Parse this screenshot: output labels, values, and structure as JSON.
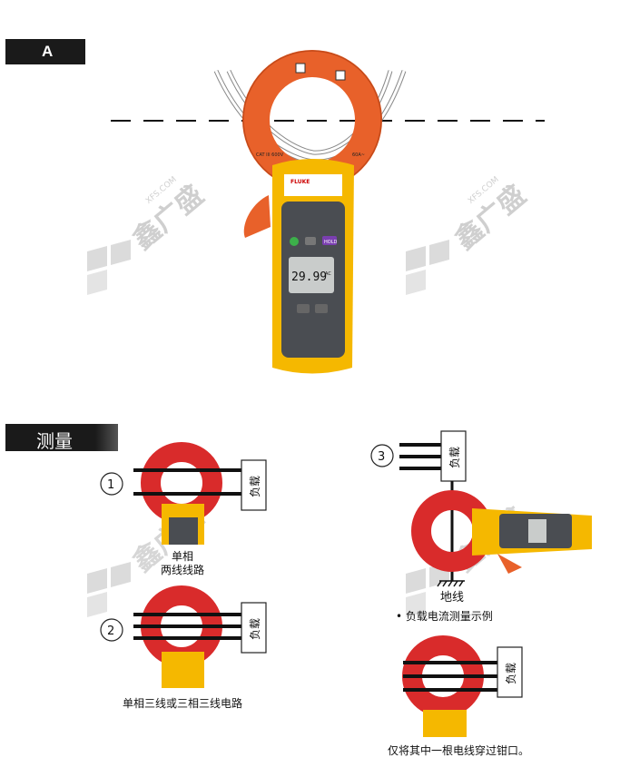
{
  "header": {
    "section_a": "A",
    "section_measure": "测量"
  },
  "meter": {
    "brand": "FLUKE",
    "display_value": "29.99",
    "display_unit": "AC",
    "jaw_label_left": "CAT III 600V",
    "jaw_label_right": "60A~",
    "btn_hold": "HOLD"
  },
  "diagrams": {
    "d1": {
      "number": "1",
      "load": "负载",
      "caption_line1": "单相",
      "caption_line2": "两线线路"
    },
    "d2": {
      "number": "2",
      "load": "负载",
      "caption": "单相三线或三相三线电路"
    },
    "d3": {
      "number": "3",
      "load": "负载",
      "ground": "地线",
      "caption": "• 负载电流测量示例"
    },
    "d4": {
      "load": "负载",
      "caption": "仅将其中一根电线穿过钳口。"
    }
  },
  "watermark": {
    "brand_cn": "鑫广盛",
    "brand_url": "XFS.COM"
  },
  "colors": {
    "fluke_yellow": "#f5b800",
    "jaw_orange": "#e8612a",
    "jaw_red": "#d92b2b",
    "body_gray": "#4a4d52"
  }
}
